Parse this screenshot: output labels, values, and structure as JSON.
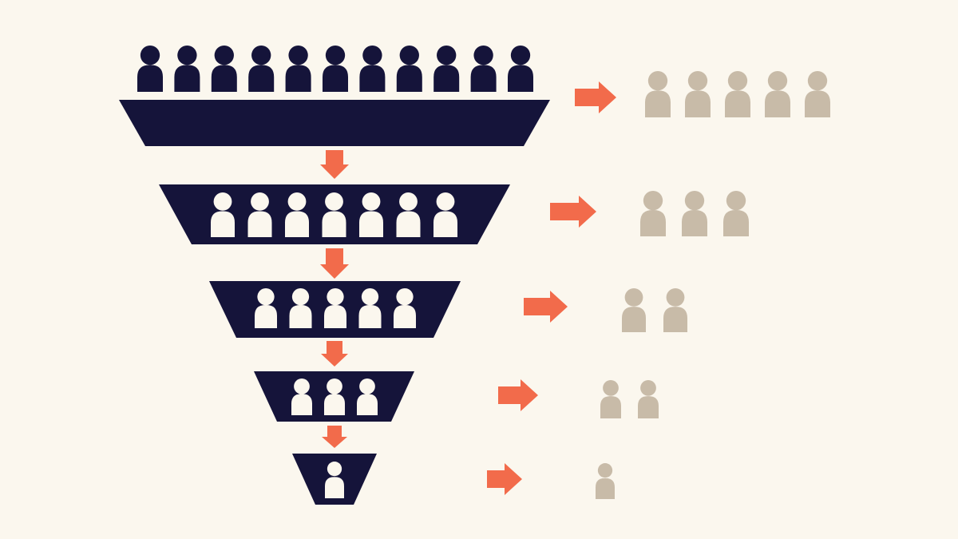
{
  "colors": {
    "background": "#FBF7EE",
    "funnel": "#15143A",
    "entering_people": "#15143A",
    "retained_people": "#FBF7EE",
    "dropped_people": "#C8BBA8",
    "arrow": "#F26B4B"
  },
  "icons": {
    "person": "person-icon",
    "flow_arrow": "arrow-down-icon",
    "drop_arrow": "arrow-right-icon"
  },
  "funnel": {
    "entering_count": 11,
    "stages": [
      {
        "retained": 0,
        "dropped": 5
      },
      {
        "retained": 7,
        "dropped": 3
      },
      {
        "retained": 5,
        "dropped": 2
      },
      {
        "retained": 3,
        "dropped": 2
      },
      {
        "retained": 1,
        "dropped": 1
      }
    ]
  }
}
